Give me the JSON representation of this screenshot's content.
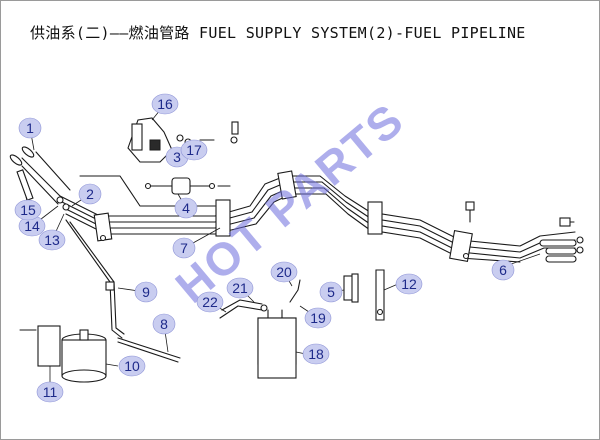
{
  "title": "供油系(二)——燃油管路 FUEL SUPPLY SYSTEM(2)-FUEL PIPELINE",
  "watermark": "HOT PARTS",
  "callouts": [
    "1",
    "2",
    "3",
    "4",
    "5",
    "6",
    "7",
    "8",
    "9",
    "10",
    "11",
    "12",
    "13",
    "14",
    "15",
    "16",
    "17",
    "18",
    "19",
    "20",
    "21",
    "22"
  ],
  "colors": {
    "callout_fill": "#c9cdf0",
    "callout_text": "#1e2a8a",
    "watermark": "#6b6bdc",
    "line": "#1a1a1a"
  }
}
